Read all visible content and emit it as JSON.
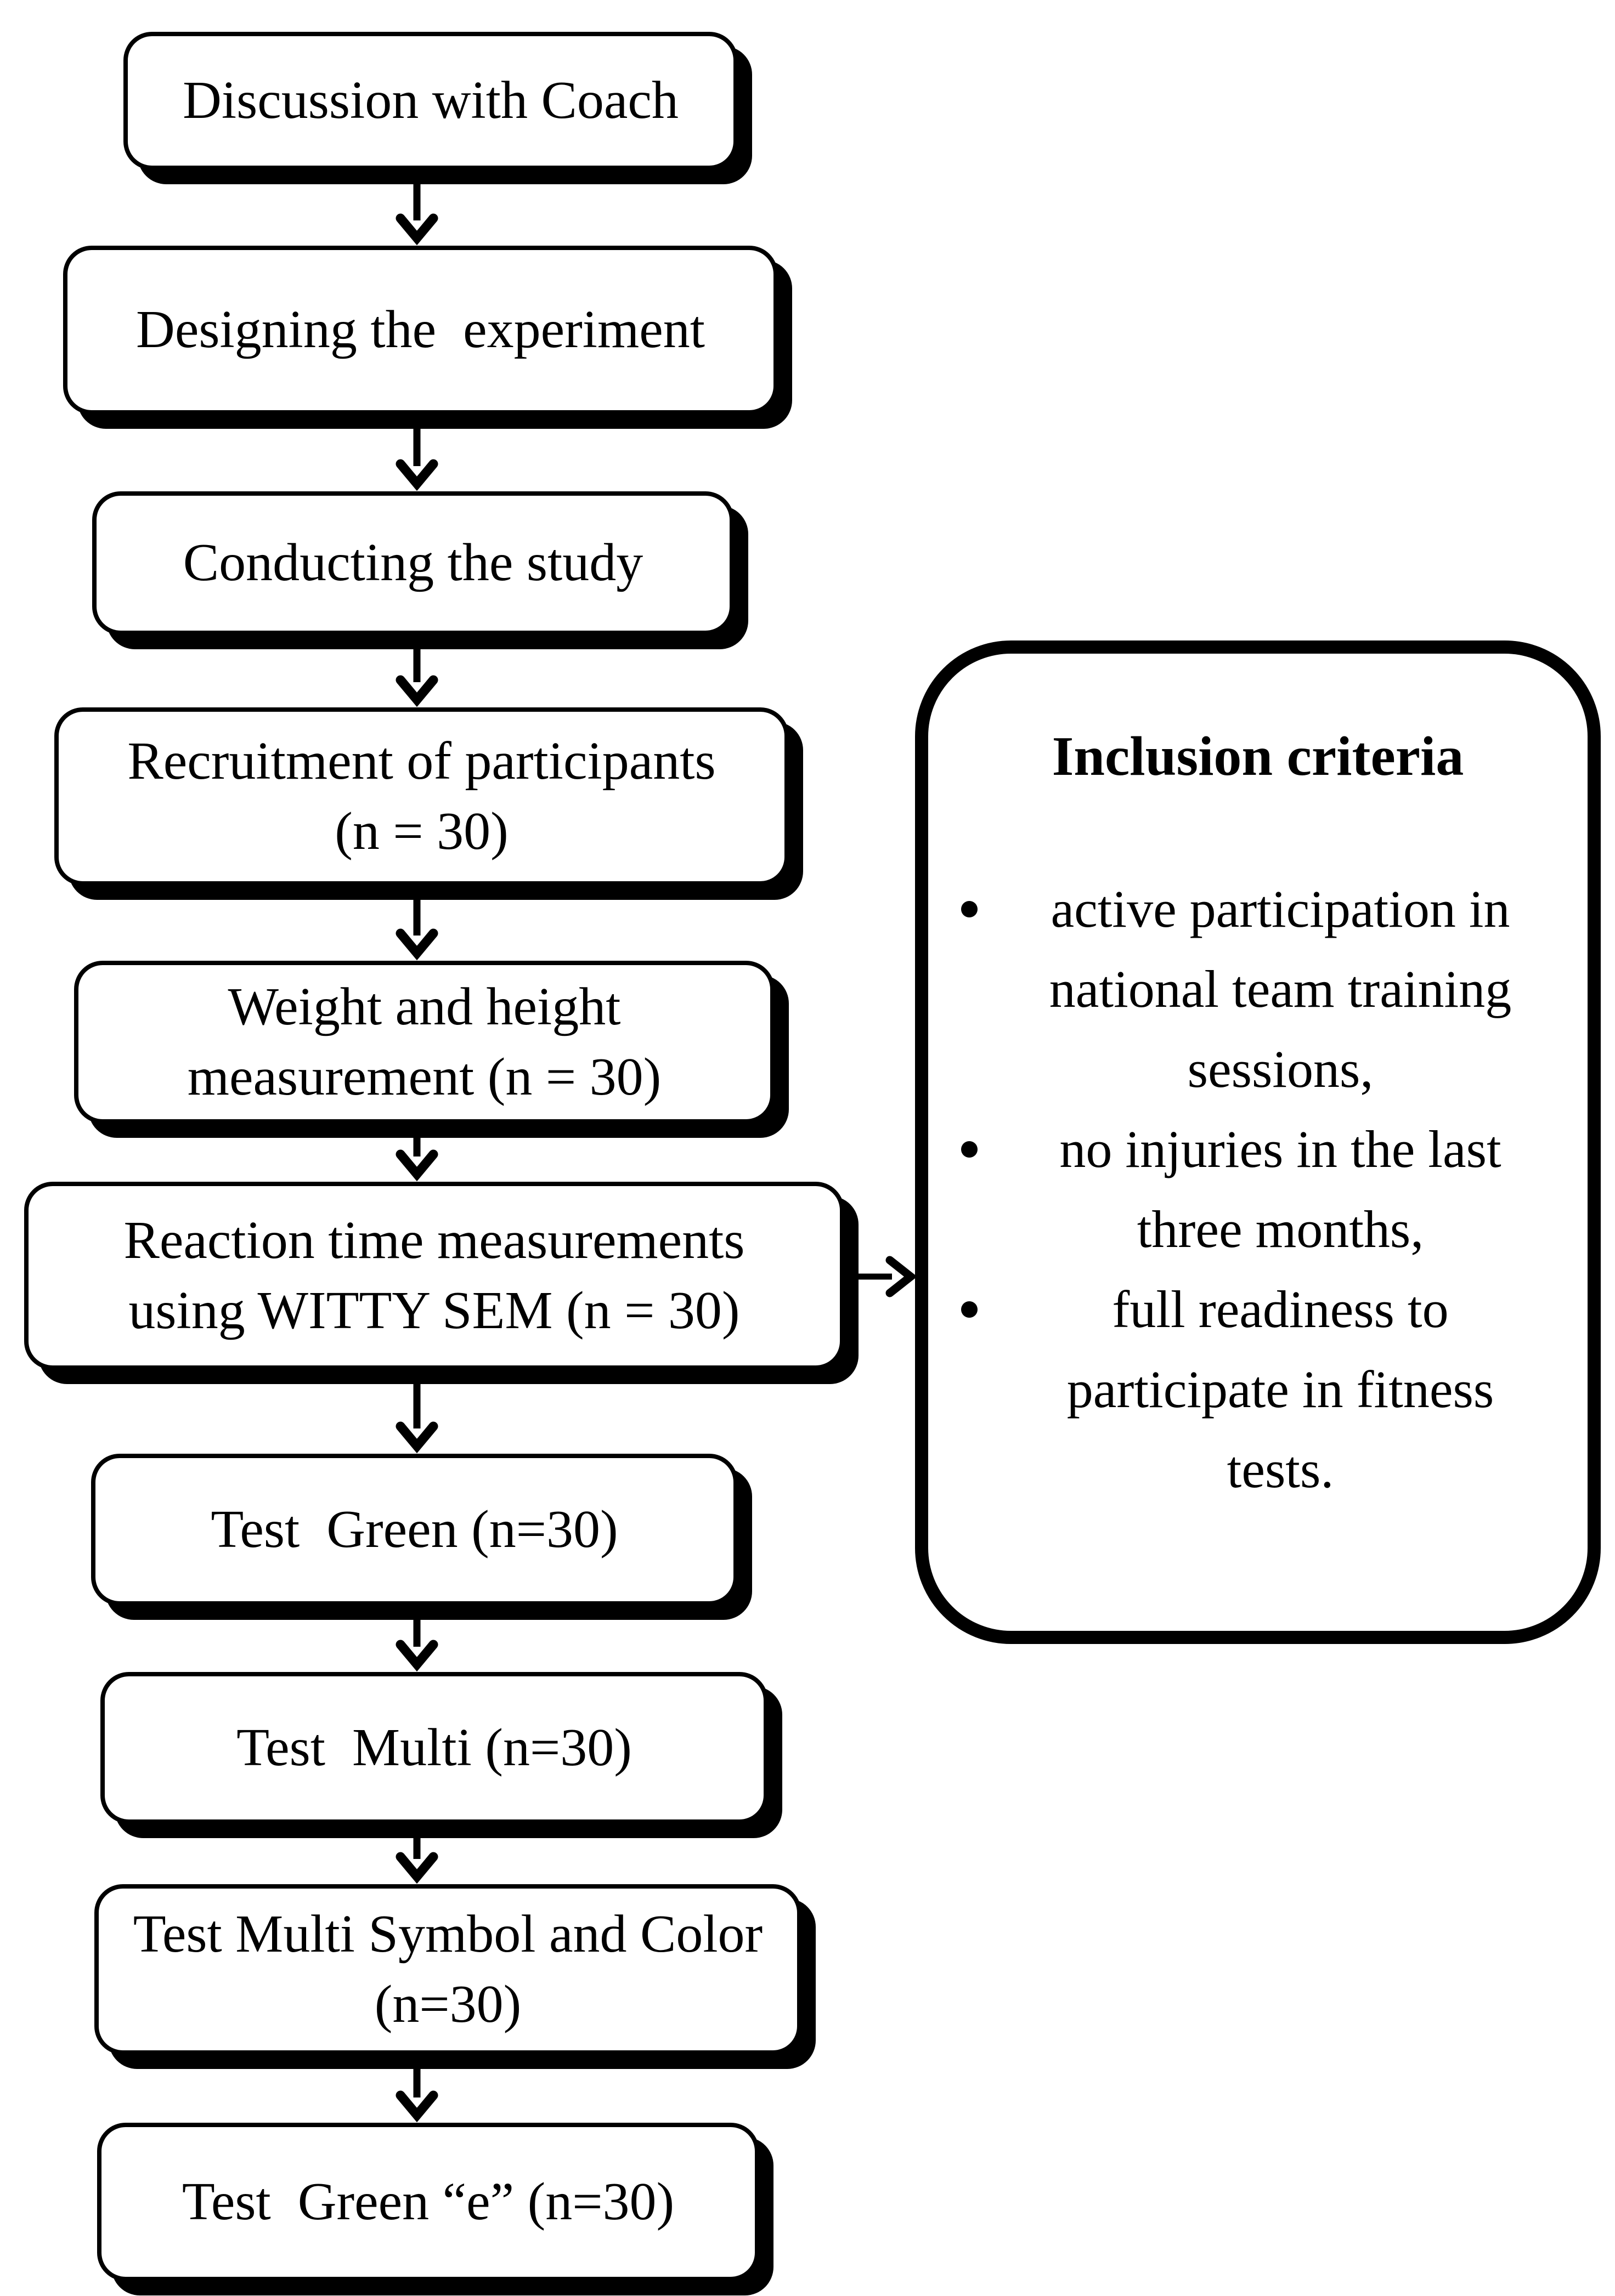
{
  "diagram": {
    "type": "flowchart",
    "colors": {
      "background": "#ffffff",
      "box_fill": "#ffffff",
      "ink": "#000000",
      "shadow": "#000000"
    },
    "flow": {
      "boxes": [
        {
          "label": "Discussion with Coach"
        },
        {
          "label": "Designing the  experiment"
        },
        {
          "label": "Conducting the study"
        },
        {
          "label": "Recruitment of participants\n(n = 30)"
        },
        {
          "label": "Weight and height\nmeasurement (n = 30)"
        },
        {
          "label": "Reaction time measurements\nusing WITTY SEM (n = 30)"
        },
        {
          "label": "Test  Green (n=30)"
        },
        {
          "label": "Test  Multi (n=30)"
        },
        {
          "label": "Test Multi Symbol and Color\n(n=30)"
        },
        {
          "label": "Test  Green “e” (n=30)"
        }
      ]
    },
    "inclusion": {
      "title": "Inclusion criteria",
      "items": [
        "active participation in\nnational team training\nsessions,",
        "no injuries in the last\nthree months,",
        "full readiness to\nparticipate in fitness\ntests."
      ]
    }
  }
}
